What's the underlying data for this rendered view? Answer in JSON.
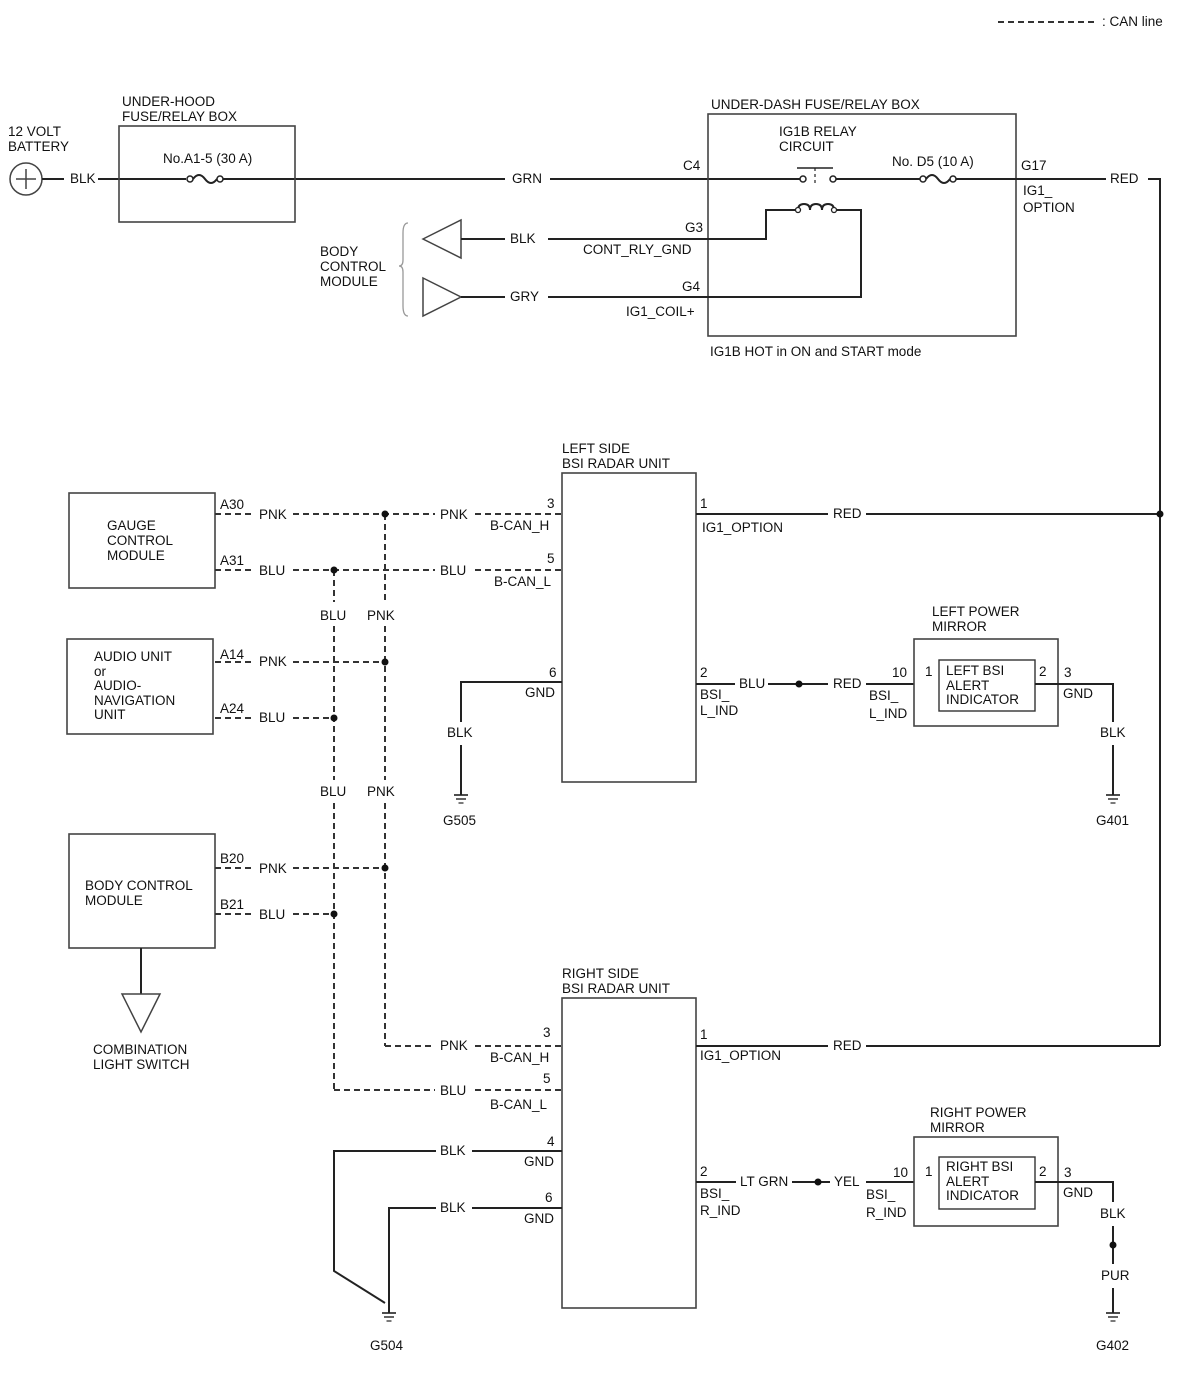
{
  "legend": {
    "can_line": ": CAN line"
  },
  "battery": {
    "label1": "12 VOLT",
    "label2": "BATTERY",
    "wire": "BLK"
  },
  "underhood": {
    "label1": "UNDER-HOOD",
    "label2": "FUSE/RELAY BOX",
    "fuse": "No.A1-5 (30 A)"
  },
  "grn_wire": "GRN",
  "underdash": {
    "label": "UNDER-DASH FUSE/RELAY BOX",
    "relay1": "IG1B RELAY",
    "relay2": "CIRCUIT",
    "fuse": "No. D5 (10 A)",
    "c4": "C4",
    "g17": "G17",
    "g3": "G3",
    "g4": "G4",
    "ig1_option1": "IG1_",
    "ig1_option2": "OPTION",
    "red": "RED",
    "cont_rly": "CONT_RLY_GND",
    "ig1_coil": "IG1_COIL+",
    "hot_note": "IG1B HOT in ON and START mode"
  },
  "bcm_top": {
    "l1": "BODY",
    "l2": "CONTROL",
    "l3": "MODULE",
    "blk": "BLK",
    "gry": "GRY"
  },
  "gauge": {
    "l1": "GAUGE",
    "l2": "CONTROL",
    "l3": "MODULE",
    "a30": "A30",
    "a31": "A31"
  },
  "audio": {
    "l1": "AUDIO UNIT",
    "l2": "or",
    "l3": "AUDIO-",
    "l4": "NAVIGATION",
    "l5": "UNIT",
    "a14": "A14",
    "a24": "A24"
  },
  "bcm": {
    "l1": "BODY CONTROL",
    "l2": "MODULE",
    "b20": "B20",
    "b21": "B21"
  },
  "combo": {
    "l1": "COMBINATION",
    "l2": "LIGHT SWITCH"
  },
  "wires": {
    "pnk": "PNK",
    "blu": "BLU",
    "blk": "BLK",
    "red": "RED",
    "ltgrn": "LT GRN",
    "yel": "YEL",
    "pur": "PUR"
  },
  "left_unit": {
    "l1": "LEFT SIDE",
    "l2": "BSI RADAR UNIT",
    "p3": "3",
    "bcanh": "B-CAN_H",
    "p5": "5",
    "bcanl": "B-CAN_L",
    "p6": "6",
    "gnd": "GND",
    "p1": "1",
    "ig1": "IG1_OPTION",
    "p2": "2",
    "bsi1": "BSI_",
    "bsi2": "L_IND",
    "ground": "G505"
  },
  "left_mirror": {
    "l1": "LEFT POWER",
    "l2": "MIRROR",
    "i1": "LEFT BSI",
    "i2": "ALERT",
    "i3": "INDICATOR",
    "p10": "10",
    "p1": "1",
    "p2": "2",
    "p3": "3",
    "bsi1": "BSI_",
    "bsi2": "L_IND",
    "gnd": "GND",
    "ground": "G401"
  },
  "right_unit": {
    "l1": "RIGHT SIDE",
    "l2": "BSI RADAR UNIT",
    "p3": "3",
    "bcanh": "B-CAN_H",
    "p5": "5",
    "bcanl": "B-CAN_L",
    "p4": "4",
    "p6": "6",
    "gnd": "GND",
    "p1": "1",
    "ig1": "IG1_OPTION",
    "p2": "2",
    "bsi1": "BSI_",
    "bsi2": "R_IND",
    "ground": "G504"
  },
  "right_mirror": {
    "l1": "RIGHT POWER",
    "l2": "MIRROR",
    "i1": "RIGHT BSI",
    "i2": "ALERT",
    "i3": "INDICATOR",
    "p10": "10",
    "p1": "1",
    "p2": "2",
    "p3": "3",
    "bsi1": "BSI_",
    "bsi2": "R_IND",
    "gnd": "GND",
    "ground": "G402"
  }
}
